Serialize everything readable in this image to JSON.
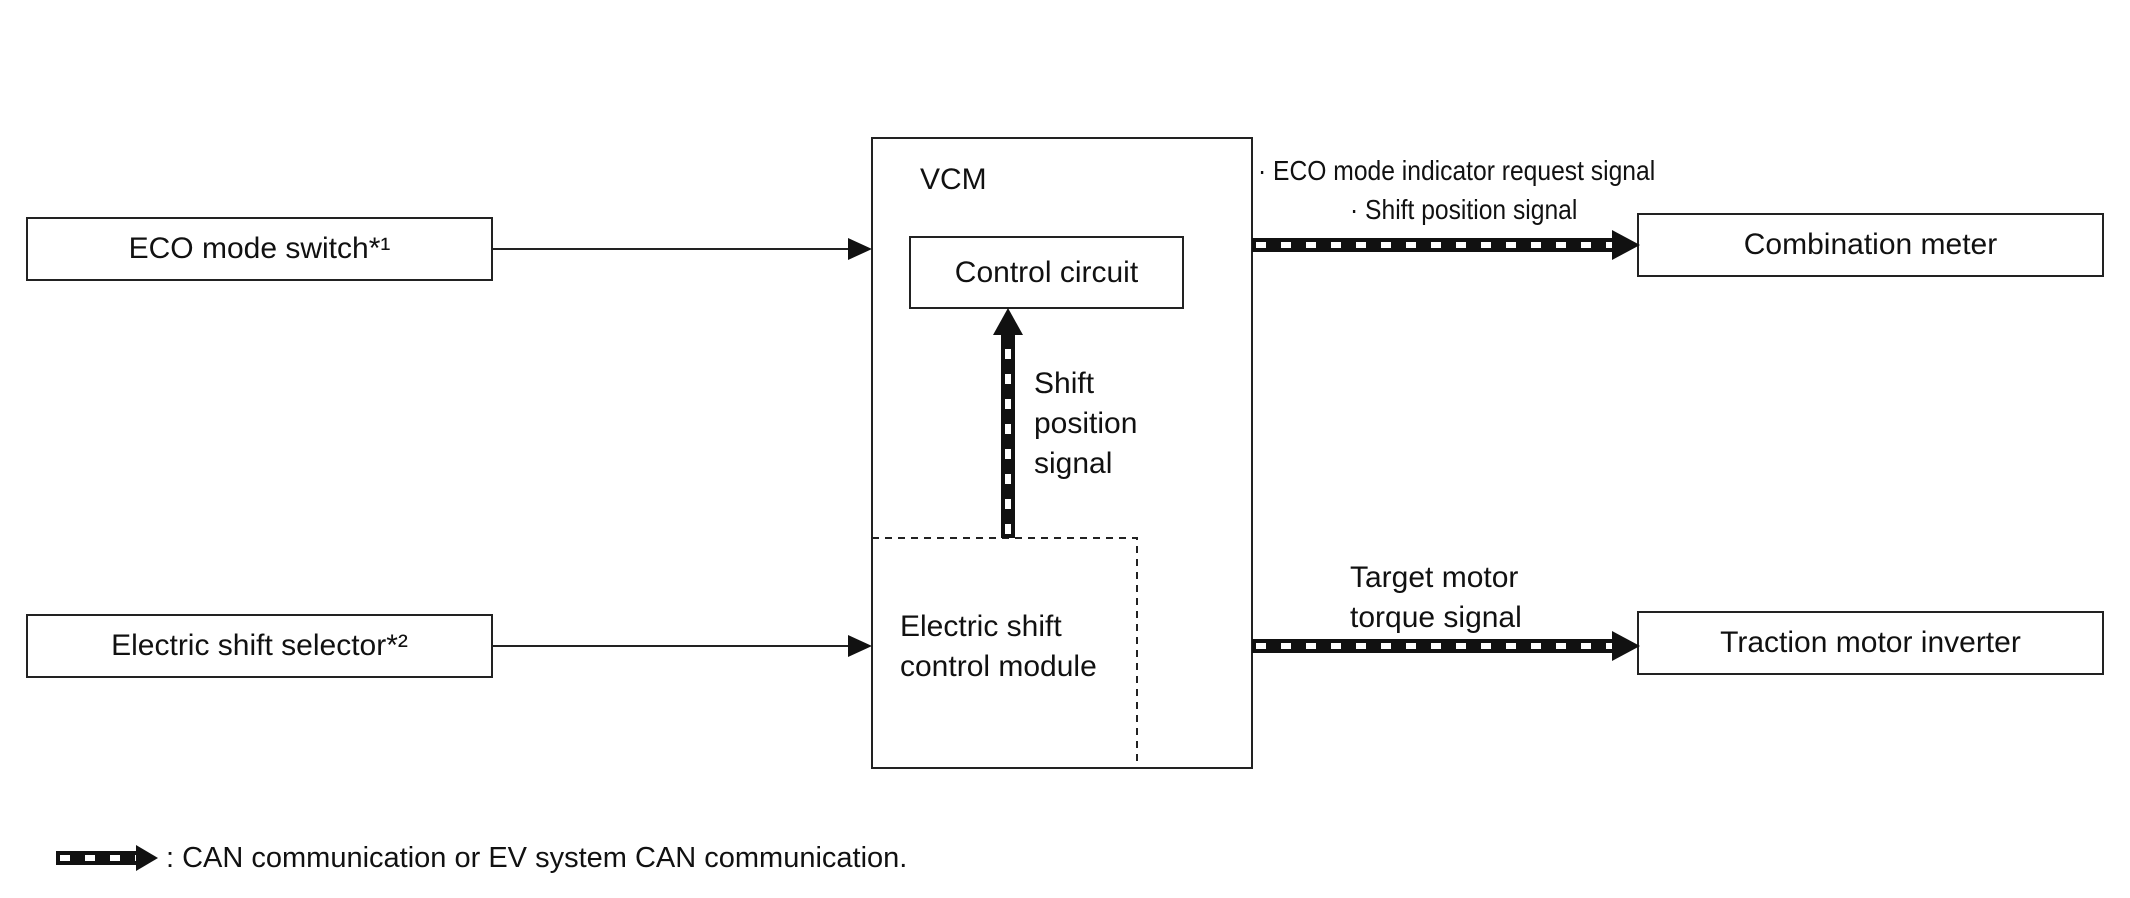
{
  "inputs": {
    "eco_switch": "ECO mode switch*¹",
    "shift_selector": "Electric shift selector*²"
  },
  "vcm": {
    "title": "VCM",
    "control_circuit": "Control circuit",
    "internal_signal": [
      "Shift",
      "position",
      "signal"
    ],
    "module": [
      "Electric shift",
      "control module"
    ]
  },
  "outputs": {
    "combination_meter": "Combination meter",
    "traction_inverter": "Traction motor inverter"
  },
  "signals": {
    "meter_signals": [
      "· ECO mode indicator request signal",
      "· Shift position signal"
    ],
    "inverter_signal": [
      "Target motor",
      "torque signal"
    ]
  },
  "legend": {
    "text": ": CAN communication or EV system CAN communication."
  }
}
